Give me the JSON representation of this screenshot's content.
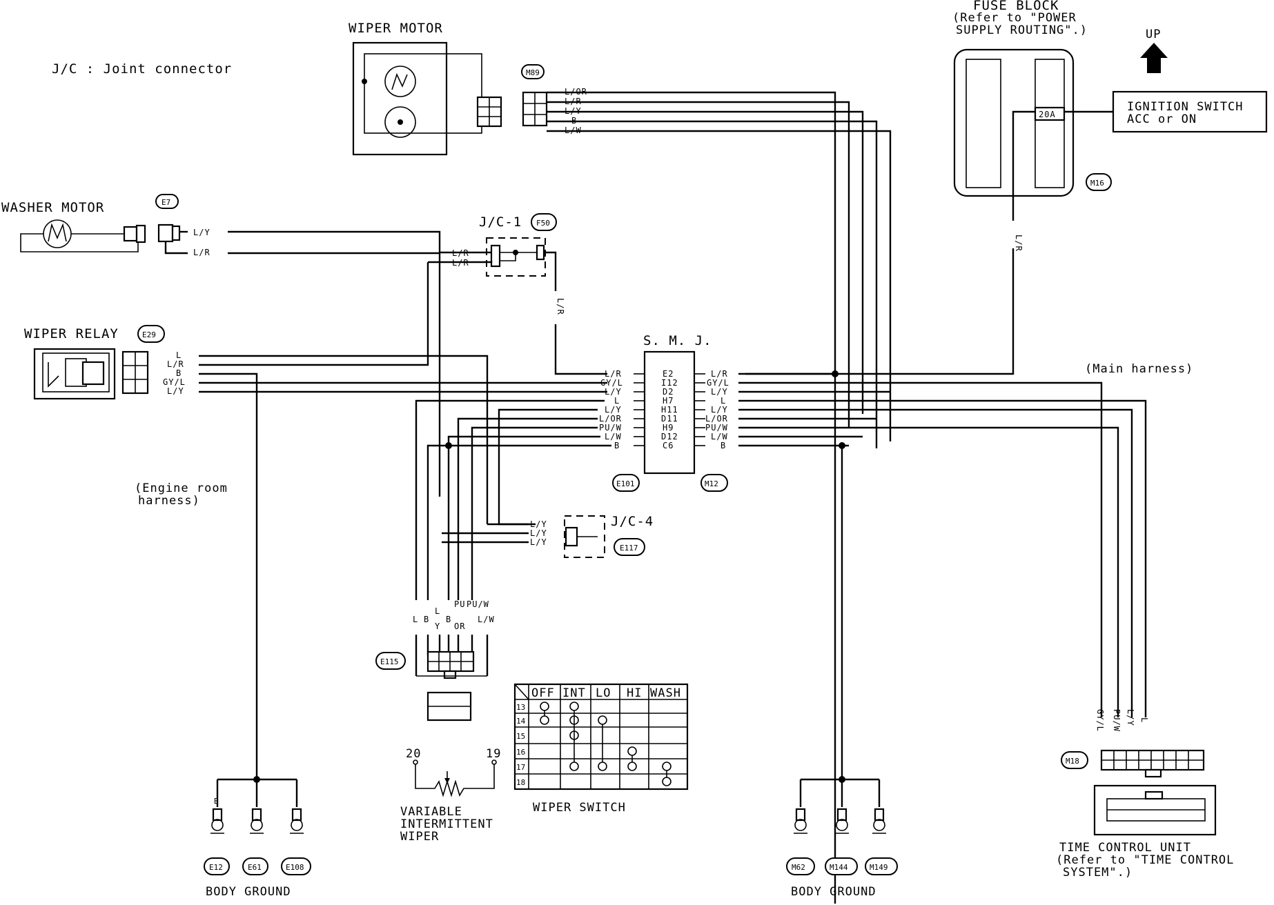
{
  "legend": "J/C : Joint connector",
  "components": {
    "wiper_motor": "WIPER MOTOR",
    "washer_motor": "WASHER MOTOR",
    "wiper_relay": "WIPER RELAY",
    "fuse_block": "FUSE BLOCK",
    "fuse_block_ref": "(Refer to \"POWER",
    "fuse_block_ref2": "SUPPLY ROUTING\".)",
    "fuse_rating": "20A",
    "ignition_switch": "IGNITION SWITCH",
    "ignition_mode": "ACC or ON",
    "up": "UP",
    "jc1": "J/C-1",
    "jc4": "J/C-4",
    "smj": "S. M. J.",
    "main_harness": "(Main harness)",
    "engine_harness": "(Engine room",
    "engine_harness2": "harness)",
    "variable_wiper": "VARIABLE",
    "variable_wiper2": "INTERMITTENT",
    "variable_wiper3": "WIPER",
    "wiper_switch": "WIPER SWITCH",
    "tcu": "TIME CONTROL UNIT",
    "tcu_ref": "(Refer to \"TIME CONTROL",
    "tcu_ref2": "SYSTEM\".)",
    "body_ground_left": "BODY GROUND",
    "body_ground_right": "BODY GROUND",
    "pin20": "20",
    "pin19": "19"
  },
  "connectors": {
    "m89": "M89",
    "e7": "E7",
    "f50": "F50",
    "e29": "E29",
    "m16": "M16",
    "e101": "E101",
    "m12": "M12",
    "e117": "E117",
    "e115": "E115",
    "m18": "M18",
    "e12": "E12",
    "e61": "E61",
    "e108": "E108",
    "m62": "M62",
    "m144": "M144",
    "m149": "M149"
  },
  "wire_colors": {
    "motor": [
      "L/OR",
      "L/R",
      "L/Y",
      "B",
      "L/W"
    ],
    "washer": [
      "L/Y",
      "L/R"
    ],
    "jc1_in": [
      "L/R",
      "L/R"
    ],
    "jc1_out": "L/R",
    "relay": [
      "L",
      "L/R",
      "B",
      "GY/L",
      "L/Y"
    ],
    "fuse_out": "L/R",
    "jc4": [
      "L/Y",
      "L/Y",
      "L/Y"
    ],
    "e115": [
      "L",
      "B",
      "L",
      "B",
      "Y",
      "PU",
      "OR",
      "PU/W",
      "L/W"
    ],
    "m18": [
      "GY/L",
      "PU/W",
      "L/Y",
      "L"
    ],
    "ground": "B"
  },
  "smj_pins": {
    "left": [
      "L/R",
      "GY/L",
      "L/Y",
      "L",
      "L/Y",
      "L/OR",
      "PU/W",
      "L/W",
      "B"
    ],
    "codes": [
      "E2",
      "I12",
      "D2",
      "H7",
      "H11",
      "D11",
      "H9",
      "D12",
      "C6"
    ],
    "right": [
      "L/R",
      "GY/L",
      "L/Y",
      "L",
      "L/Y",
      "L/OR",
      "PU/W",
      "L/W",
      "B"
    ]
  },
  "switch_table": {
    "headers": [
      "OFF",
      "INT",
      "LO",
      "HI",
      "WASH"
    ],
    "rows": [
      "13",
      "14",
      "15",
      "16",
      "17",
      "18"
    ]
  }
}
